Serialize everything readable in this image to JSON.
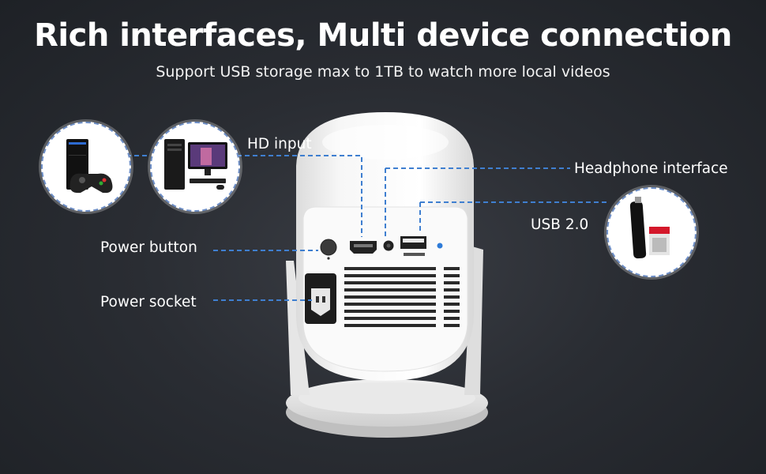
{
  "header": {
    "title": "Rich interfaces, Multi device connection",
    "subtitle": "Support USB storage max to 1TB to watch more local videos"
  },
  "callouts": {
    "hd_input": "HD input",
    "headphone": "Headphone interface",
    "usb": "USB 2.0",
    "power_button": "Power button",
    "power_socket": "Power socket"
  },
  "colors": {
    "background": "#2a2d33",
    "dash_line": "#3f7fd0",
    "device_body": "#f4f4f4"
  },
  "icons": {
    "game_console": "game-console-icon",
    "desktop_pc": "desktop-pc-icon",
    "usb_stick": "usb-flash-drive-icon"
  }
}
